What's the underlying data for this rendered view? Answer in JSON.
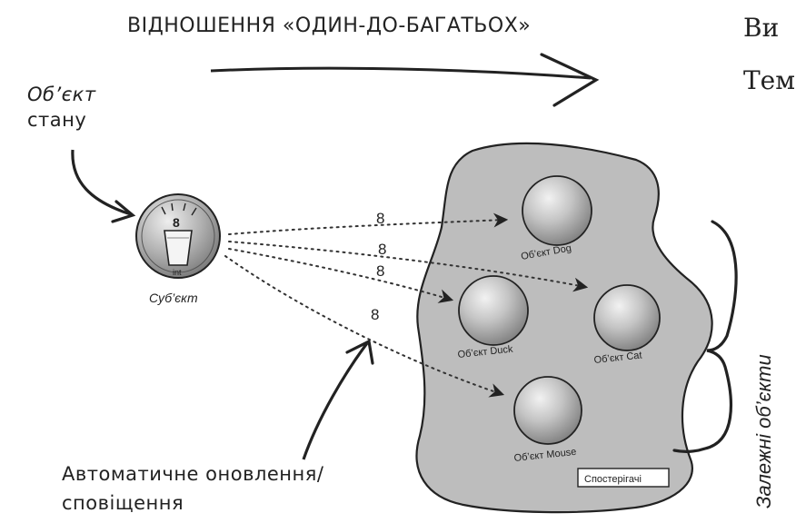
{
  "title": "ВІДНОШЕННЯ «ОДИН-ДО-БАГАТЬОХ»",
  "side_text": [
    "Ви",
    "Тем"
  ],
  "state_object_label": [
    "Об’єкт",
    "стану"
  ],
  "subject": {
    "value": "8",
    "bottom_text": "int",
    "label": "Суб’єкт"
  },
  "arrow_values": [
    "8",
    "8",
    "8",
    "8"
  ],
  "objects": [
    {
      "label": "Об’єкт Dog"
    },
    {
      "label": "Об’єкт Duck"
    },
    {
      "label": "Об’єкт Cat"
    },
    {
      "label": "Об’єкт Mouse"
    }
  ],
  "observers_tag": "Спостерігачі",
  "dependents_label": "Залежні об’єкти",
  "auto_update_label": [
    "Автоматичне оновлення/",
    "сповіщення"
  ],
  "colors": {
    "blob": "#bcbcbc",
    "sphere": "#a3a3a3",
    "ink": "#222222"
  }
}
